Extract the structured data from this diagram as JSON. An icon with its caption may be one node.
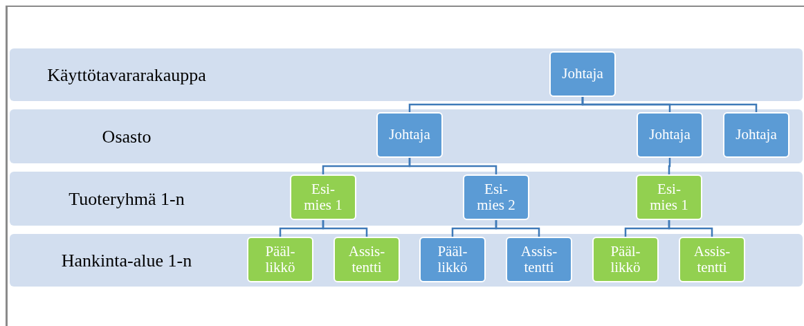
{
  "diagram": {
    "nodes": [
      {
        "text": [
          "Käyttötavararakauppa"
        ]
      },
      {
        "text": [
          "Johtaja"
        ],
        "in": 0
      },
      {
        "text": [
          "Osasto"
        ]
      },
      {
        "text": [
          "Johtaja"
        ],
        "in": 2
      },
      {
        "text": [
          "Johtaja"
        ],
        "in": 2
      },
      {
        "text": [
          "Johtaja"
        ],
        "in": 2
      },
      {
        "text": [
          "Tuoteryhmä 1-n"
        ]
      },
      {
        "text": [
          "Esi- mies 1"
        ],
        "in": 6
      },
      {
        "text": [
          "Esi- mies 2"
        ],
        "in": 6
      },
      {
        "text": [
          "Esi- mies 1"
        ],
        "in": 6
      },
      {
        "text": [
          "Hankinta-alue 1-n"
        ]
      },
      {
        "text": [
          "Pääl- likkö"
        ],
        "in": 10
      },
      {
        "text": [
          "Assis- tentti"
        ],
        "in": 10
      },
      {
        "text": [
          "Pääl- likkö"
        ],
        "in": 10
      },
      {
        "text": [
          "Assis- tentti"
        ],
        "in": 10
      },
      {
        "text": [
          "Pääl- likkö"
        ],
        "in": 10
      },
      {
        "text": [
          "Assis- tentti"
        ],
        "in": 10
      }
    ],
    "edges": [
      {
        "from": 1,
        "to": 3,
        "arrow": "none"
      },
      {
        "from": 1,
        "to": 4,
        "arrow": "none"
      },
      {
        "from": 1,
        "to": 5,
        "arrow": "none"
      },
      {
        "from": 3,
        "to": 7,
        "arrow": "none"
      },
      {
        "from": 3,
        "to": 8,
        "arrow": "none"
      },
      {
        "from": 4,
        "to": 9,
        "arrow": "none"
      },
      {
        "from": 7,
        "to": 11,
        "arrow": "none"
      },
      {
        "from": 7,
        "to": 12,
        "arrow": "none"
      },
      {
        "from": 8,
        "to": 13,
        "arrow": "none"
      },
      {
        "from": 8,
        "to": 14,
        "arrow": "none"
      },
      {
        "from": 9,
        "to": 15,
        "arrow": "none"
      },
      {
        "from": 9,
        "to": 16,
        "arrow": "none"
      }
    ]
  }
}
